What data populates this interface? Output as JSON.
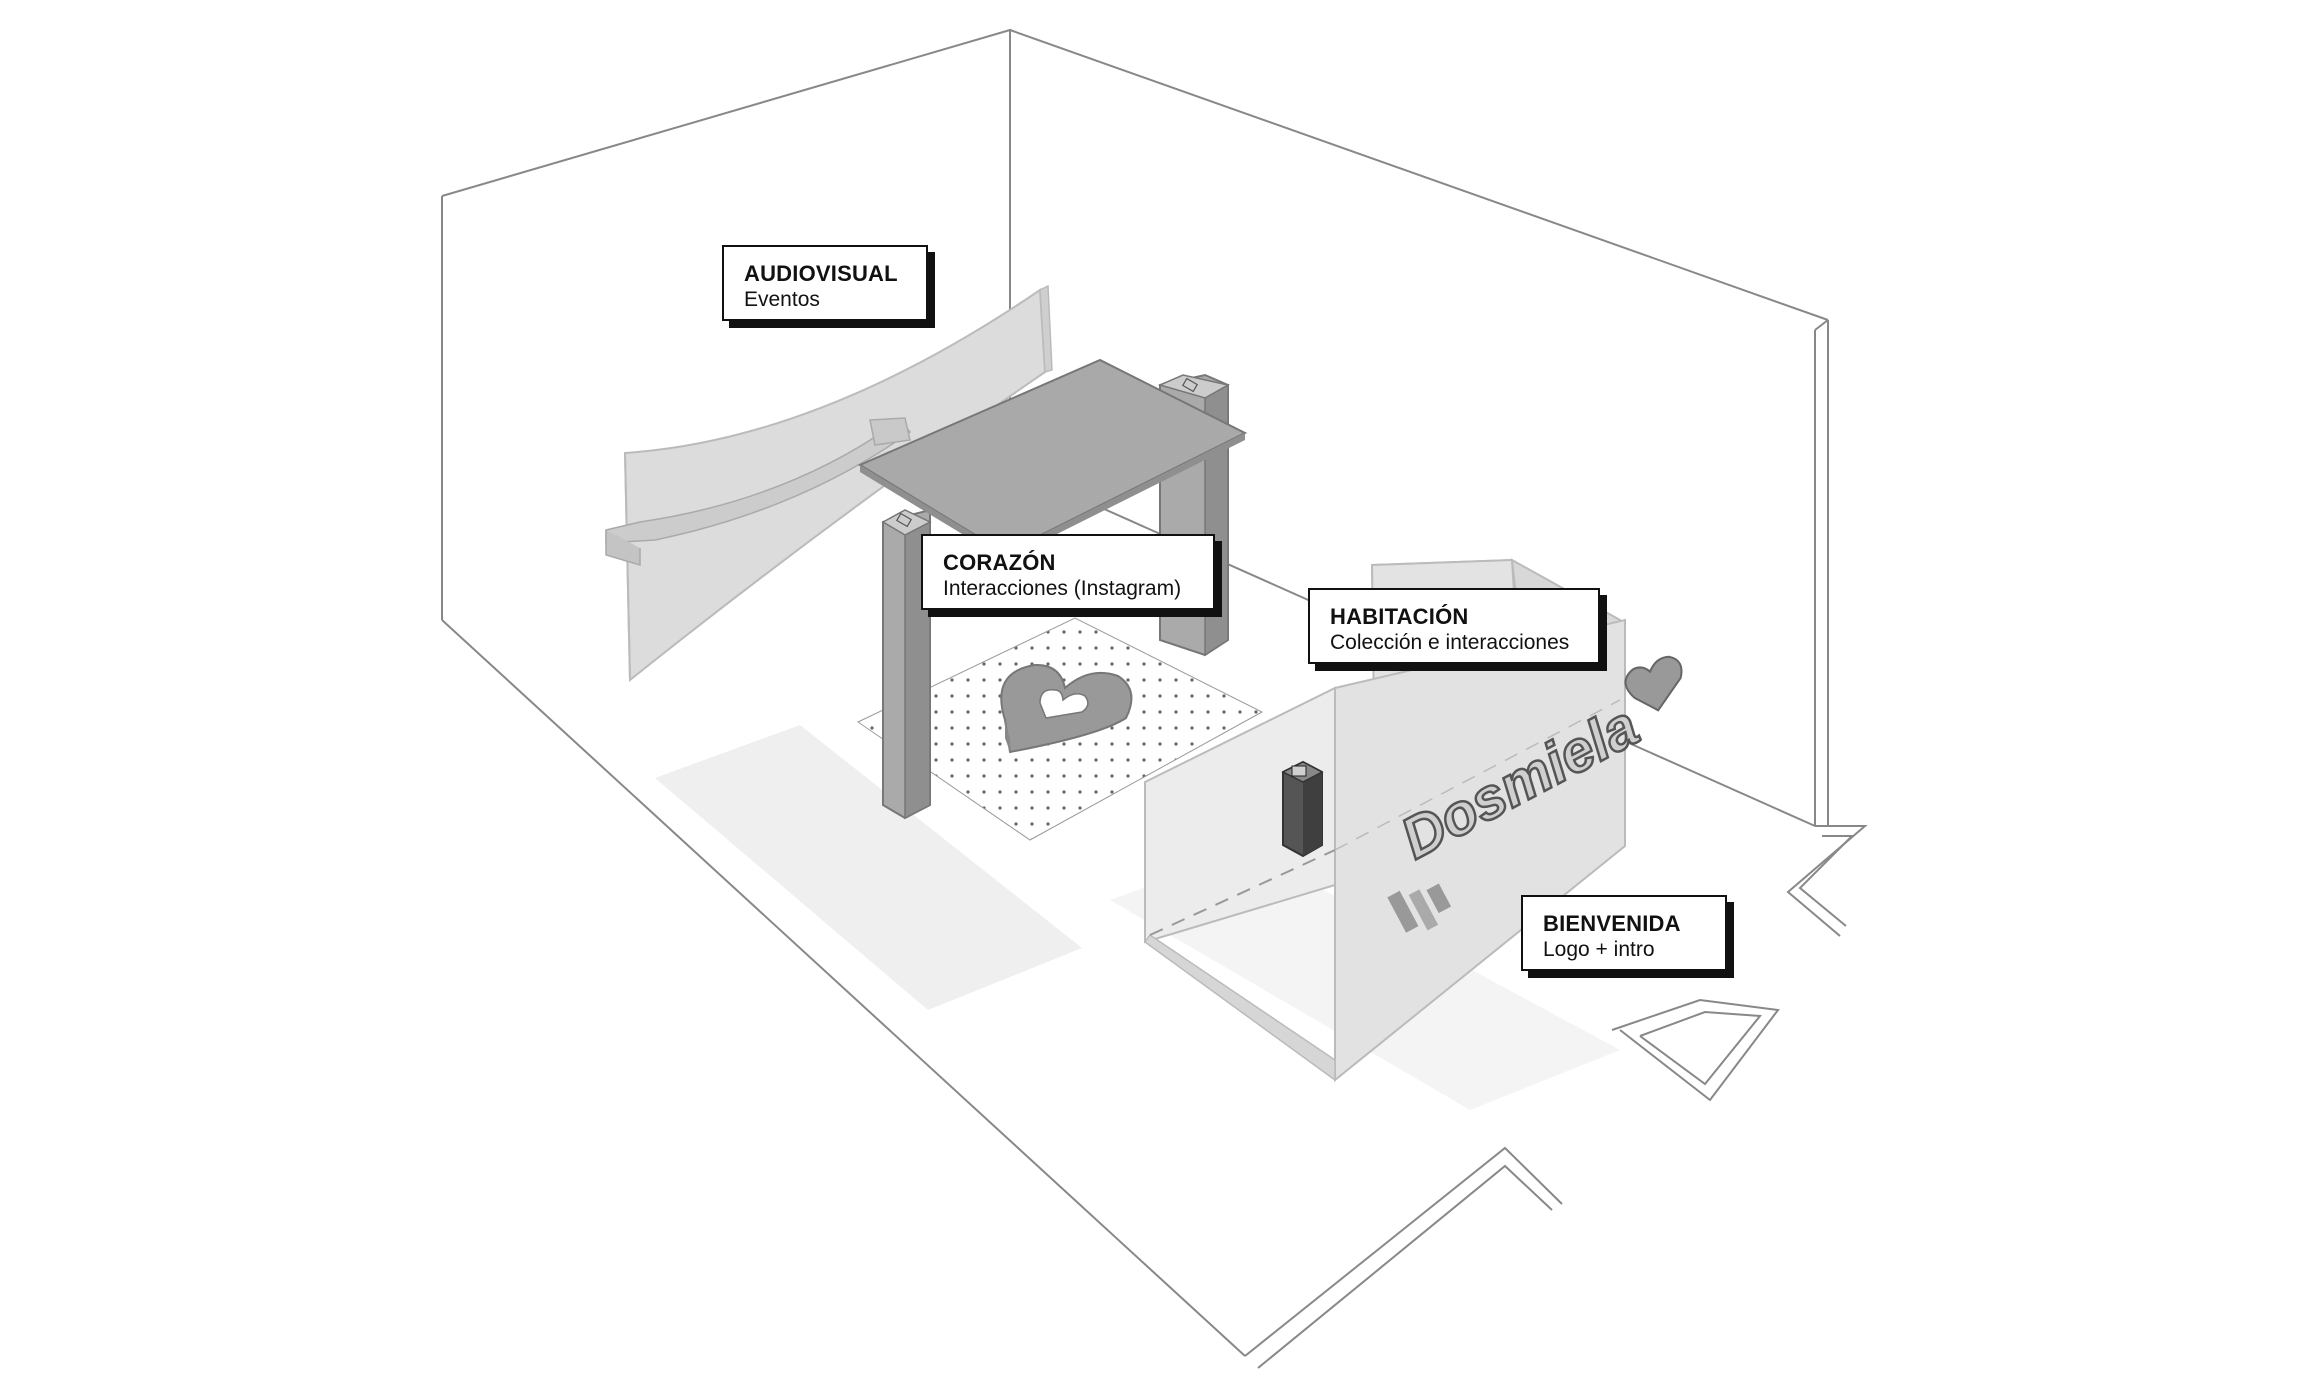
{
  "diagram": {
    "zones": [
      {
        "id": "audiovisual",
        "title": "AUDIOVISUAL",
        "subtitle": "Eventos"
      },
      {
        "id": "corazon",
        "title": "CORAZÓN",
        "subtitle": "Interacciones (Instagram)"
      },
      {
        "id": "habitacion",
        "title": "HABITACIÓN",
        "subtitle": "Colección e interacciones"
      },
      {
        "id": "bienvenida",
        "title": "BIENVENIDA",
        "subtitle": "Logo + intro"
      }
    ],
    "signage_text": "Dosmiela",
    "colors": {
      "outline": "#777777",
      "dark_surface": "#8f8f8f",
      "mid_surface": "#bdbdbd",
      "light_surface": "#e4e4e4",
      "callout_border": "#111111",
      "background": "#ffffff"
    }
  }
}
